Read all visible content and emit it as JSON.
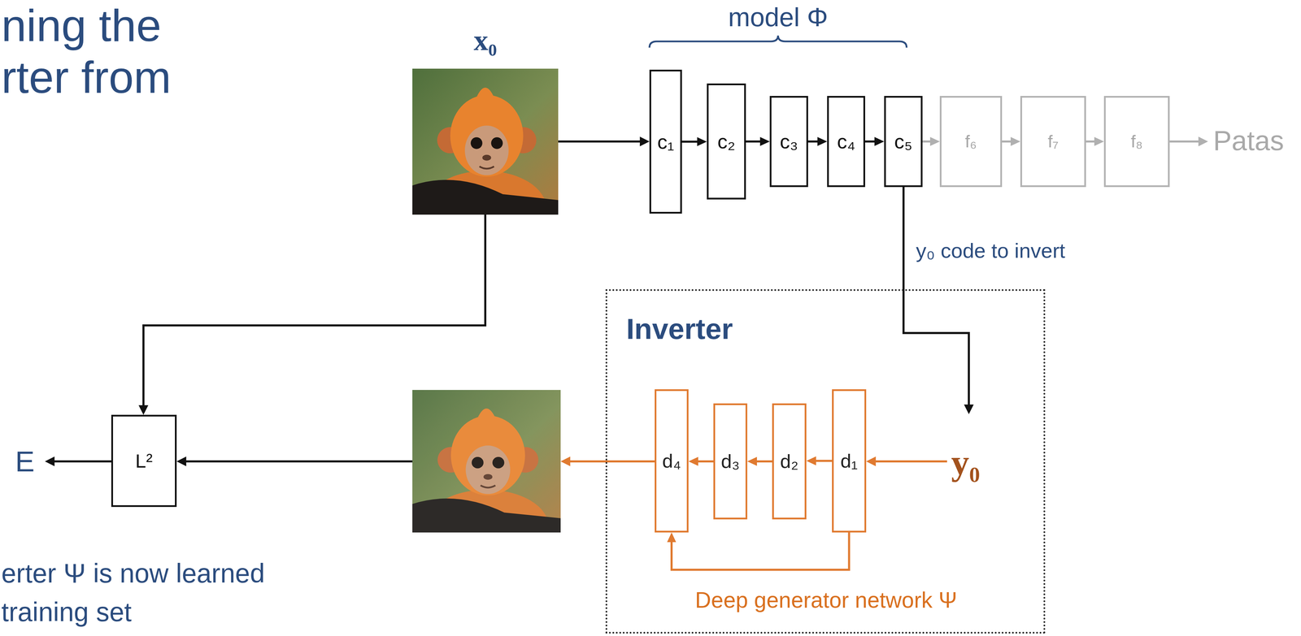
{
  "diagram": {
    "title": "ning the rter from",
    "nodes": [
      {
        "text": [
          "c₁"
        ]
      },
      {
        "text": [
          "c₂"
        ]
      },
      {
        "text": [
          "c₃"
        ]
      },
      {
        "text": [
          "c₄"
        ]
      },
      {
        "text": [
          "c₅"
        ]
      },
      {
        "text": [
          "f₆"
        ]
      },
      {
        "text": [
          "f₇"
        ]
      },
      {
        "text": [
          "f₈"
        ]
      },
      {
        "text": [
          "Inverter",
          "Deep generator network Ψ"
        ]
      },
      {
        "text": [
          "d₄"
        ],
        "in": 8
      },
      {
        "text": [
          "d₃"
        ],
        "in": 8
      },
      {
        "text": [
          "d₂"
        ],
        "in": 8
      },
      {
        "text": [
          "d₁"
        ],
        "in": 8
      },
      {
        "text": [
          "L²"
        ]
      }
    ],
    "edges": [
      {
        "from": 0,
        "to": 1,
        "arrow": "to"
      },
      {
        "from": 1,
        "to": 2,
        "arrow": "to"
      },
      {
        "from": 2,
        "to": 3,
        "arrow": "to"
      },
      {
        "from": 3,
        "to": 4,
        "arrow": "to"
      },
      {
        "from": 4,
        "to": 5,
        "arrow": "to"
      },
      {
        "from": 5,
        "to": 6,
        "arrow": "to"
      },
      {
        "from": 6,
        "to": 7,
        "arrow": "to"
      },
      {
        "from": 12,
        "to": 11,
        "arrow": "to"
      },
      {
        "from": 11,
        "to": 10,
        "arrow": "to"
      },
      {
        "from": 10,
        "to": 9,
        "arrow": "to"
      },
      {
        "from": 12,
        "to": 9,
        "arrow": "to"
      }
    ],
    "labels": [
      "x₀",
      "model Φ",
      "Patas",
      "y₀ code to invert",
      "y₀",
      "E",
      "erter Ψ is now learned training set"
    ]
  }
}
